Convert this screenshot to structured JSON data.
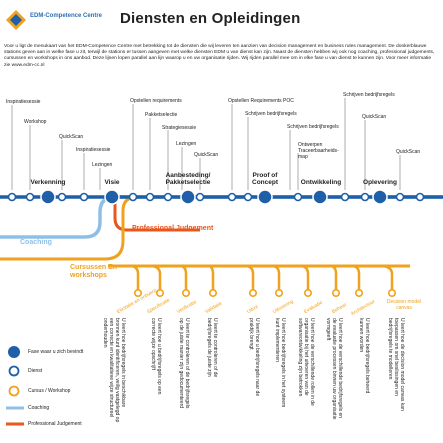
{
  "header": {
    "logo_text": "EDM-Competence Centre",
    "title": "Diensten en Opleidingen"
  },
  "intro": "Voor u ligt de menukaart van het EDM-Competence Centre met betrekking tot de diensten die wij leveren ten aanzien van decision management en business rules management. De donkerblauwe stations geven aan in welke fase u zit, terwijl de stations er tussen aangeven met welke diensten EDM u van dienst kan zijn. Naast de diensten hebben wij ook nog coaching, professional judgements, cursussen en workshops in ons aanbod. Deze lijnen lopen parallel aan lijn waarop u en uw organisatie rijden. Wij rijden parallel mee om in elke fase u van dienst te kunnen zijn. Voor meer informatie zie www.edm-cc.nl",
  "phases": [
    "Verkenning",
    "Visie",
    "Aanbesteding/ Pakketselectie",
    "Proof of Concept",
    "Ontwikkeling",
    "Oplevering"
  ],
  "stations": [
    "Inspiratiesessie",
    "Workshop",
    "QuickScan",
    "Inspiratiesessie",
    "Lezingen",
    "Opstellen requirements",
    "Pakketselectie",
    "Strategiesessie",
    "Lezingen",
    "QuickScan",
    "Opstellen Requirements POC",
    "Schrijven bedrijfsregels",
    "Schrijven bedrijfsregels",
    "Ontwerpen Traceerbaarheids-map",
    "Schrijven bedrijfsregels",
    "QuickScan",
    "QuickScan"
  ],
  "lines": {
    "coaching": "Coaching",
    "professional_judgement": "Professional Judgement",
    "cursussen": "Cursussen En workshops"
  },
  "courses": [
    "Elicitatie en ontwerp",
    "Specificatie",
    "Verificatie",
    "Validatie",
    "Uitrol",
    "Uitvoering",
    "Evaluatie",
    "Beheer",
    "Architectuur",
    "Decision model canvas"
  ],
  "descriptions": [
    "U leert hoe bedrijfsregels in beschikbare bronnen kunt identificeren, veilig vastgelegd op een correcte en kwalitatieve wijze structureel onderhouden",
    "U leert hoe u bedrijfsregels op een correcte wijze opschrijft",
    "U leert te controleren of de bedrijfsregels op de juiste manier zijn gedocumenteerd",
    "U leert te controleren of de bedrijfsregels de juiste zijn",
    "U leert hoe u bedrijfsregels naar de praktijk brengt",
    "U leert hoe bedrijfsregels in het systeem kunt implementeren",
    "U leert hoe de verschillende rollen in de organisatie bij het uitvoeren van de softwareontwikkeling zijn betrokken",
    "U leert hoe de verschillende bedrijfsregels en de evaluatie processen binnen uw organisatie vormgeeft",
    "U leert hoe bedrijfsregels beheerd kunnen worden",
    "U leert hoe de decision model canvas kan toepassen om snel beslissingen en bedrijfsregels te modelleren"
  ],
  "legend": [
    "Fase waar u zich bevindt",
    "Dienst",
    "Cursus / Workshop",
    "Coaching",
    "Professional Judgement"
  ],
  "colors": {
    "blue": "#1f5fa8",
    "light_blue": "#8fbfe6",
    "orange": "#f0a21e",
    "red_orange": "#e8571e"
  }
}
